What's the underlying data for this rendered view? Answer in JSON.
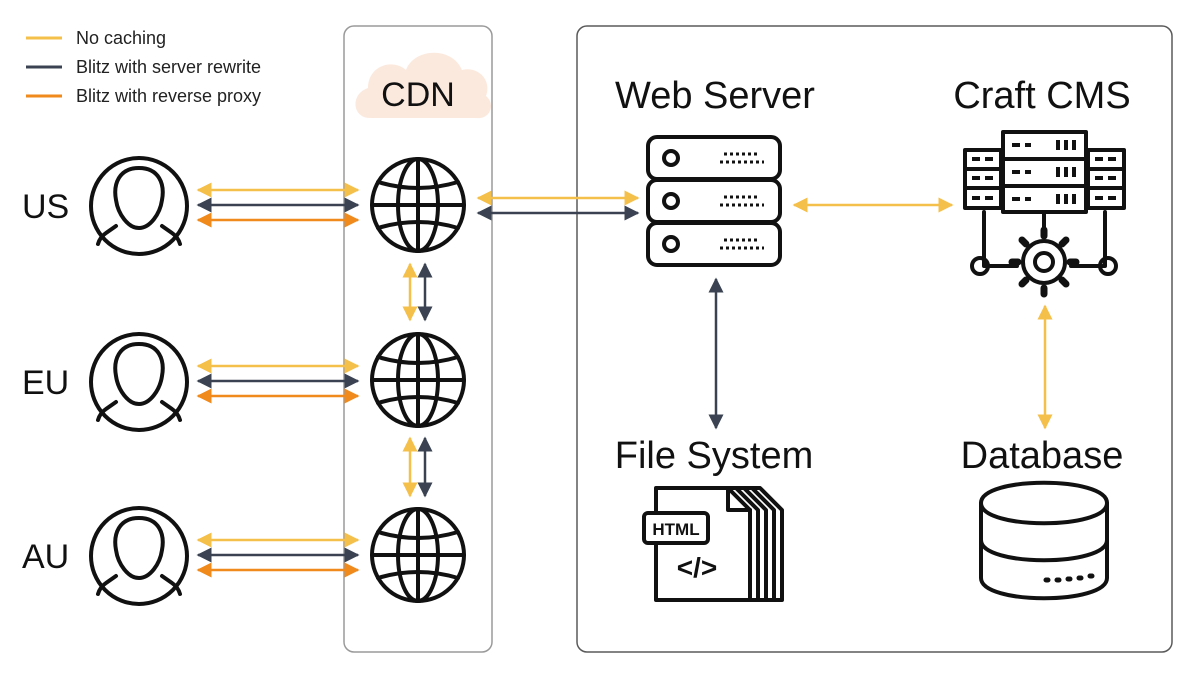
{
  "legend": {
    "items": [
      {
        "label": "No caching",
        "color": "#F5C04A"
      },
      {
        "label": "Blitz with server rewrite",
        "color": "#3B4352"
      },
      {
        "label": "Blitz with reverse proxy",
        "color": "#F08A1C"
      }
    ]
  },
  "cdn": {
    "label": "CDN"
  },
  "regions": [
    {
      "label": "US"
    },
    {
      "label": "EU"
    },
    {
      "label": "AU"
    }
  ],
  "nodes": {
    "web_server": "Web Server",
    "craft_cms": "Craft CMS",
    "file_system": "File System",
    "database": "Database",
    "html_badge": "HTML",
    "code_glyph": "</>"
  },
  "colors": {
    "no_caching": "#F5C04A",
    "server_rewrite": "#3B4352",
    "reverse_proxy": "#F08A1C",
    "cloud": "#FCE9DE",
    "container_border": "#9A9A9A",
    "server_container_border": "#5A5A5A"
  }
}
